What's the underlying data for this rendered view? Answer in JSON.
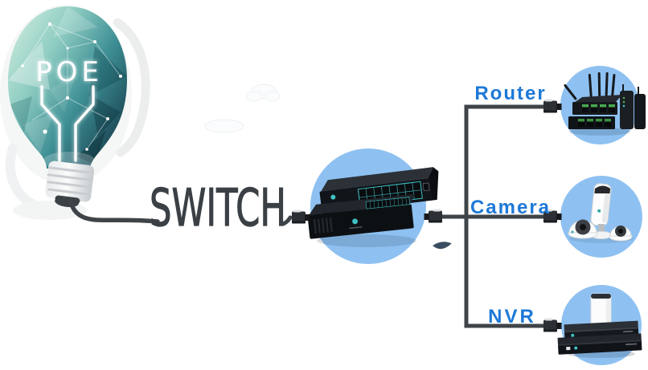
{
  "diagram": {
    "title_label": "POE",
    "switch_label": "SWITCH",
    "hub": {
      "name": "poe-switch",
      "icon": "network-switch-illustration"
    },
    "branches": [
      {
        "label": "Router",
        "icon": "router-illustration"
      },
      {
        "label": "Camera",
        "icon": "camera-illustration"
      },
      {
        "label": "NVR",
        "icon": "nvr-illustration"
      }
    ],
    "colors": {
      "label_blue": "#1d79d7",
      "circle_blue": "#8ec1f1",
      "cable_dark": "#3f4449",
      "bulb_teal_light": "#d8f1e3",
      "bulb_teal_dark": "#173f4d",
      "accent_teal": "#3fc1c3",
      "port_green": "#49a84e"
    }
  }
}
